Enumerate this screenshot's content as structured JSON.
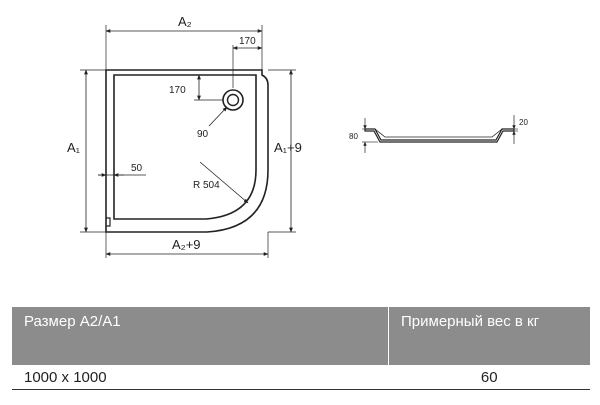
{
  "drawing": {
    "top_view": {
      "dim_width_top": "A₂",
      "dim_width_bottom": "A₂+9",
      "dim_height_left": "A₁",
      "dim_height_right": "A₁+9",
      "dim_drain_offset_x": "170",
      "dim_drain_offset_y": "170",
      "dim_drain_diameter": "90",
      "dim_edge": "50",
      "dim_radius": "R 504"
    },
    "side_view": {
      "dim_height": "80",
      "dim_rim": "20"
    }
  },
  "table": {
    "header": {
      "size": "Размер A2/A1",
      "weight": "Примерный вес в кг"
    },
    "rows": [
      {
        "size": "1000 x 1000",
        "weight": "60"
      }
    ]
  }
}
